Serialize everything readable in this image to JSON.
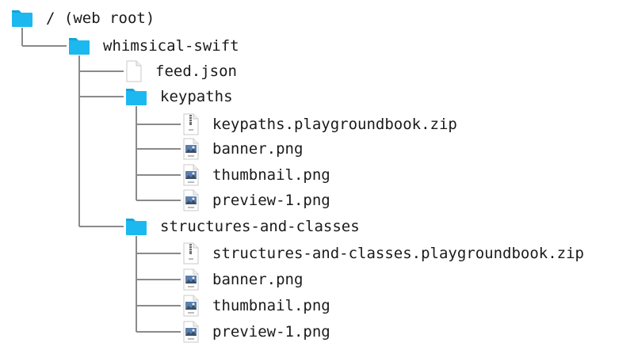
{
  "tree": [
    {
      "label": "/ (web root)",
      "kind": "folder",
      "depth": 0
    },
    {
      "label": "whimsical-swift",
      "kind": "folder",
      "depth": 1
    },
    {
      "label": "feed.json",
      "kind": "file",
      "depth": 2
    },
    {
      "label": "keypaths",
      "kind": "folder",
      "depth": 2
    },
    {
      "label": "keypaths.playgroundbook.zip",
      "kind": "zip",
      "depth": 3
    },
    {
      "label": "banner.png",
      "kind": "png",
      "depth": 3
    },
    {
      "label": "thumbnail.png",
      "kind": "png",
      "depth": 3
    },
    {
      "label": "preview-1.png",
      "kind": "png",
      "depth": 3
    },
    {
      "label": "structures-and-classes",
      "kind": "folder",
      "depth": 2
    },
    {
      "label": "structures-and-classes.playgroundbook.zip",
      "kind": "zip",
      "depth": 3
    },
    {
      "label": "banner.png",
      "kind": "png",
      "depth": 3
    },
    {
      "label": "thumbnail.png",
      "kind": "png",
      "depth": 3
    },
    {
      "label": "preview-1.png",
      "kind": "png",
      "depth": 3
    }
  ],
  "icons": {
    "folder": "folder-icon",
    "file": "file-icon",
    "zip": "zip-file-icon",
    "png": "png-file-icon"
  },
  "colors": {
    "folder": "#1cb8f0",
    "folder_tab": "#12a4d9",
    "connector": "#8a8a8a"
  }
}
